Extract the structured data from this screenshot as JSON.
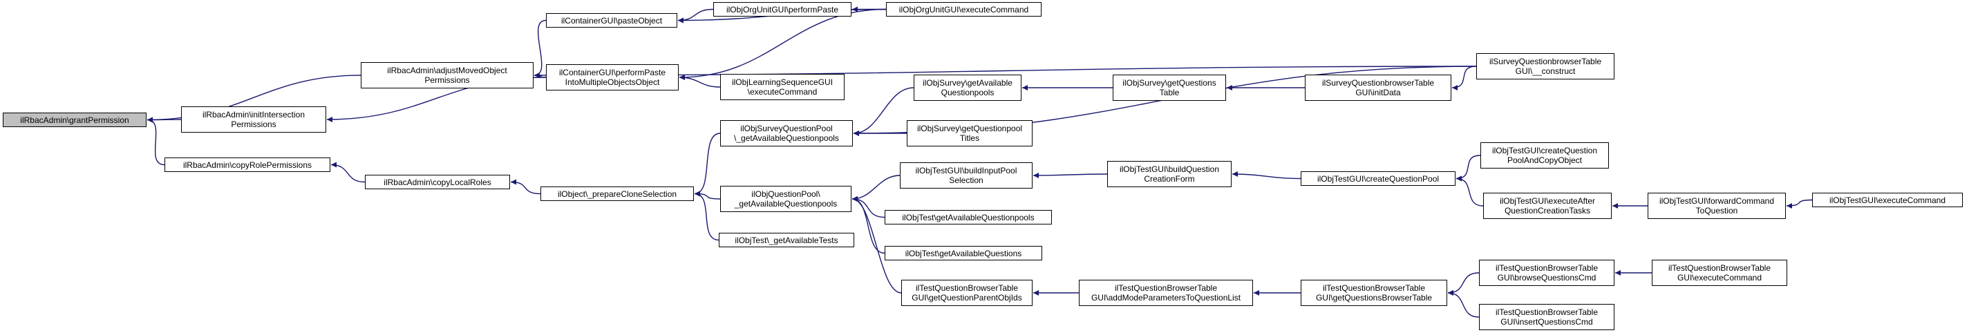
{
  "colors": {
    "edge": "#191970",
    "node_border": "#000000",
    "root_fill": "#bfbfbf",
    "node_fill": "#ffffff"
  },
  "nodes": [
    {
      "id": "n1",
      "lines": [
        "ilRbacAdmin\\grantPermission"
      ],
      "root": true
    },
    {
      "id": "n2",
      "lines": [
        "ilRbacAdmin\\adjustMovedObject",
        "Permissions"
      ]
    },
    {
      "id": "n3",
      "lines": [
        "ilRbacAdmin\\initIntersection",
        "Permissions"
      ]
    },
    {
      "id": "n4",
      "lines": [
        "ilRbacAdmin\\copyRolePermissions"
      ]
    },
    {
      "id": "n5",
      "lines": [
        "ilContainerGUI\\pasteObject"
      ]
    },
    {
      "id": "n6",
      "lines": [
        "ilContainerGUI\\performPaste",
        "IntoMultipleObjectsObject"
      ]
    },
    {
      "id": "n7",
      "lines": [
        "ilRbacAdmin\\copyLocalRoles"
      ]
    },
    {
      "id": "n8",
      "lines": [
        "ilObjOrgUnitGUI\\performPaste"
      ]
    },
    {
      "id": "n9",
      "lines": [
        "ilObjOrgUnitGUI\\executeCommand"
      ]
    },
    {
      "id": "n10",
      "lines": [
        "ilObjLearningSequenceGUI",
        "\\executeCommand"
      ]
    },
    {
      "id": "n11",
      "lines": [
        "ilObject\\_prepareCloneSelection"
      ]
    },
    {
      "id": "n12",
      "lines": [
        "ilObjSurveyQuestionPool",
        "\\_getAvailableQuestionpools"
      ]
    },
    {
      "id": "n13",
      "lines": [
        "ilObjQuestionPool\\",
        "_getAvailableQuestionpools"
      ]
    },
    {
      "id": "n14",
      "lines": [
        "ilObjTest\\_getAvailableTests"
      ]
    },
    {
      "id": "n15",
      "lines": [
        "ilObjSurvey\\getAvailable",
        "Questionpools"
      ]
    },
    {
      "id": "n16",
      "lines": [
        "ilObjSurvey\\getQuestionpool",
        "Titles"
      ]
    },
    {
      "id": "n17",
      "lines": [
        "ilObjTestGUI\\buildInputPool",
        "Selection"
      ]
    },
    {
      "id": "n18",
      "lines": [
        "ilObjTest\\getAvailableQuestionpools"
      ]
    },
    {
      "id": "n19",
      "lines": [
        "ilObjTest\\getAvailableQuestions"
      ]
    },
    {
      "id": "n20",
      "lines": [
        "ilTestQuestionBrowserTable",
        "GUI\\getQuestionParentObjIds"
      ]
    },
    {
      "id": "n21",
      "lines": [
        "ilObjSurvey\\getQuestions",
        "Table"
      ]
    },
    {
      "id": "n22",
      "lines": [
        "ilObjTestGUI\\buildQuestion",
        "CreationForm"
      ]
    },
    {
      "id": "n23",
      "lines": [
        "ilTestQuestionBrowserTable",
        "GUI\\addModeParametersToQuestionList"
      ]
    },
    {
      "id": "n24",
      "lines": [
        "ilSurveyQuestionbrowserTable",
        "GUI\\initData"
      ]
    },
    {
      "id": "n25",
      "lines": [
        "ilObjTestGUI\\createQuestionPool"
      ]
    },
    {
      "id": "n26",
      "lines": [
        "ilTestQuestionBrowserTable",
        "GUI\\getQuestionsBrowserTable"
      ]
    },
    {
      "id": "n27",
      "lines": [
        "ilSurveyQuestionbrowserTable",
        "GUI\\__construct"
      ]
    },
    {
      "id": "n28",
      "lines": [
        "ilObjTestGUI\\createQuestion",
        "PoolAndCopyObject"
      ]
    },
    {
      "id": "n29",
      "lines": [
        "ilObjTestGUI\\executeAfter",
        "QuestionCreationTasks"
      ]
    },
    {
      "id": "n30",
      "lines": [
        "ilTestQuestionBrowserTable",
        "GUI\\browseQuestionsCmd"
      ]
    },
    {
      "id": "n31",
      "lines": [
        "ilTestQuestionBrowserTable",
        "GUI\\insertQuestionsCmd"
      ]
    },
    {
      "id": "n32",
      "lines": [
        "ilObjTestGUI\\forwardCommand",
        "ToQuestion"
      ]
    },
    {
      "id": "n33",
      "lines": [
        "ilTestQuestionBrowserTable",
        "GUI\\executeCommand"
      ]
    },
    {
      "id": "n34",
      "lines": [
        "ilObjTestGUI\\executeCommand"
      ]
    }
  ],
  "edges": [
    {
      "from": "n2",
      "to": "n1"
    },
    {
      "from": "n3",
      "to": "n1"
    },
    {
      "from": "n4",
      "to": "n1"
    },
    {
      "from": "n5",
      "to": "n2"
    },
    {
      "from": "n6",
      "to": "n2"
    },
    {
      "from": "n27",
      "to": "n2"
    },
    {
      "from": "n6",
      "to": "n3"
    },
    {
      "from": "n7",
      "to": "n4"
    },
    {
      "from": "n8",
      "to": "n5"
    },
    {
      "from": "n9",
      "to": "n5"
    },
    {
      "from": "n9",
      "to": "n6"
    },
    {
      "from": "n10",
      "to": "n6"
    },
    {
      "from": "n11",
      "to": "n7"
    },
    {
      "from": "n9",
      "to": "n8"
    },
    {
      "from": "n12",
      "to": "n11"
    },
    {
      "from": "n13",
      "to": "n11"
    },
    {
      "from": "n14",
      "to": "n11"
    },
    {
      "from": "n15",
      "to": "n12"
    },
    {
      "from": "n16",
      "to": "n12"
    },
    {
      "from": "n27",
      "to": "n12"
    },
    {
      "from": "n17",
      "to": "n13"
    },
    {
      "from": "n18",
      "to": "n13"
    },
    {
      "from": "n19",
      "to": "n13"
    },
    {
      "from": "n20",
      "to": "n13"
    },
    {
      "from": "n21",
      "to": "n15"
    },
    {
      "from": "n22",
      "to": "n17"
    },
    {
      "from": "n23",
      "to": "n20"
    },
    {
      "from": "n24",
      "to": "n21"
    },
    {
      "from": "n25",
      "to": "n22"
    },
    {
      "from": "n26",
      "to": "n23"
    },
    {
      "from": "n27",
      "to": "n24"
    },
    {
      "from": "n28",
      "to": "n25"
    },
    {
      "from": "n29",
      "to": "n25"
    },
    {
      "from": "n30",
      "to": "n26"
    },
    {
      "from": "n31",
      "to": "n26"
    },
    {
      "from": "n32",
      "to": "n29"
    },
    {
      "from": "n33",
      "to": "n30"
    },
    {
      "from": "n34",
      "to": "n32"
    }
  ]
}
